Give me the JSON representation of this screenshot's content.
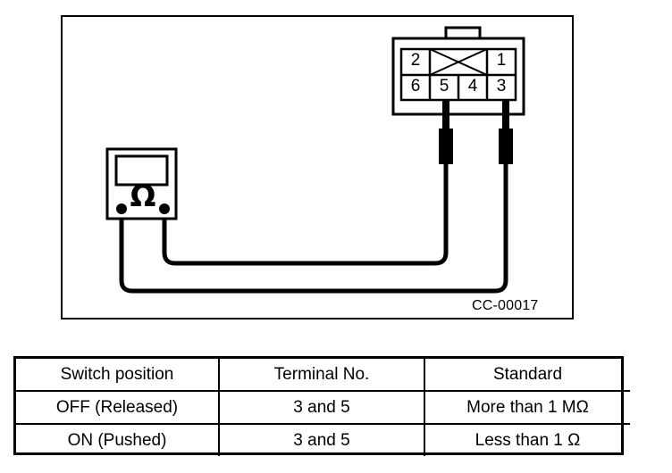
{
  "figure": {
    "code_label": "CC-00017",
    "connector": {
      "name": "6-pin connector",
      "top_row": [
        "2",
        "",
        "",
        "1"
      ],
      "bottom_row": [
        "6",
        "5",
        "4",
        "3"
      ],
      "unused_cells_marked_with_x": true
    },
    "meter": {
      "name": "ohmmeter",
      "symbol": "Ω",
      "display_value": ""
    },
    "probes": [
      {
        "name": "probe-left",
        "connects_to_terminal": "5"
      },
      {
        "name": "probe-right",
        "connects_to_terminal": "3"
      }
    ]
  },
  "table": {
    "headers": [
      "Switch position",
      "Terminal No.",
      "Standard"
    ],
    "rows": [
      [
        "OFF (Released)",
        "3 and 5",
        "More than 1 MΩ"
      ],
      [
        "ON (Pushed)",
        "3 and 5",
        "Less than 1 Ω"
      ]
    ]
  },
  "colors": {
    "ink": "#000000",
    "paper": "#ffffff"
  }
}
